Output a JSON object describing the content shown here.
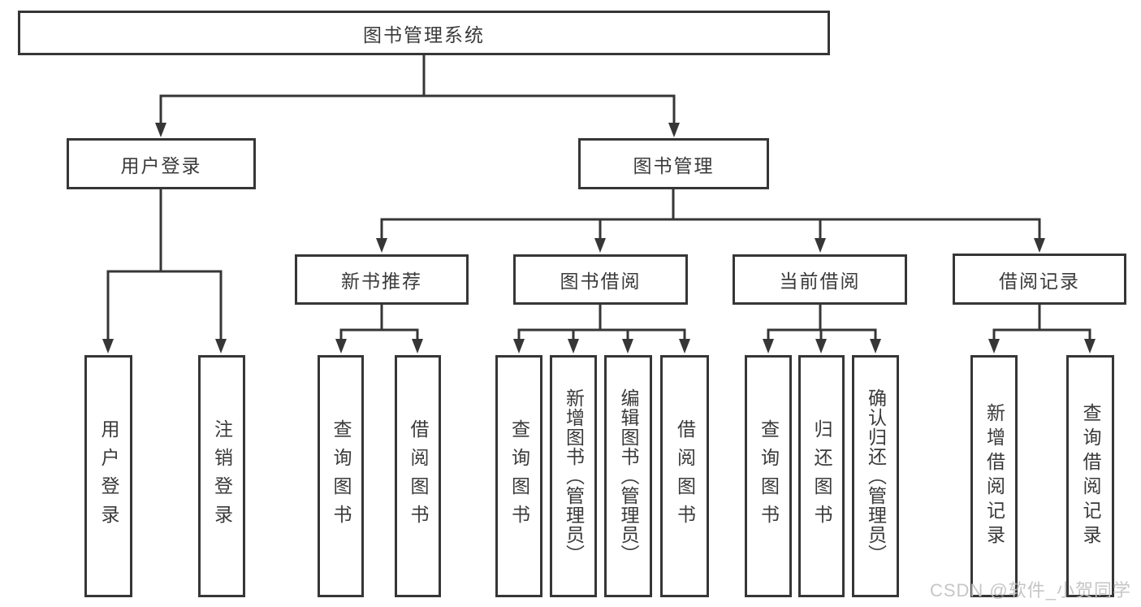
{
  "diagram": {
    "root": {
      "label": "图书管理系统"
    },
    "level2": [
      {
        "id": "user-login",
        "label": "用户登录"
      },
      {
        "id": "book-management",
        "label": "图书管理"
      }
    ],
    "level3": [
      {
        "id": "new-book-recommend",
        "label": "新书推荐",
        "parent": "图书管理"
      },
      {
        "id": "book-borrow",
        "label": "图书借阅",
        "parent": "图书管理"
      },
      {
        "id": "current-borrow",
        "label": "当前借阅",
        "parent": "图书管理"
      },
      {
        "id": "borrow-records",
        "label": "借阅记录",
        "parent": "图书管理"
      }
    ],
    "leaves": [
      {
        "id": "user-login-leaf",
        "label": "用户登录",
        "parent": "用户登录"
      },
      {
        "id": "logout",
        "label": "注销登录",
        "parent": "用户登录"
      },
      {
        "id": "query-books-recommend",
        "label": "查询图书",
        "parent": "新书推荐"
      },
      {
        "id": "borrow-books-recommend",
        "label": "借阅图书",
        "parent": "新书推荐"
      },
      {
        "id": "query-books-borrow",
        "label": "查询图书",
        "parent": "图书借阅"
      },
      {
        "id": "add-books-admin",
        "label": "新增图书（管理员）",
        "parent": "图书借阅"
      },
      {
        "id": "edit-books-admin",
        "label": "编辑图书（管理员）",
        "parent": "图书借阅"
      },
      {
        "id": "borrow-books-borrow",
        "label": "借阅图书",
        "parent": "图书借阅"
      },
      {
        "id": "query-books-current",
        "label": "查询图书",
        "parent": "当前借阅"
      },
      {
        "id": "return-books",
        "label": "归还图书",
        "parent": "当前借阅"
      },
      {
        "id": "confirm-return-admin",
        "label": "确认归还（管理员）",
        "parent": "当前借阅"
      },
      {
        "id": "add-borrow-record",
        "label": "新增借阅记录",
        "parent": "借阅记录"
      },
      {
        "id": "query-borrow-record",
        "label": "查询借阅记录",
        "parent": "借阅记录"
      }
    ]
  },
  "watermark": {
    "text": "CSDN @软件_小贺同学"
  },
  "colors": {
    "line": "#363636",
    "text": "#3a3a3a",
    "background": "#ffffff",
    "watermark": "#c3c3c3"
  }
}
